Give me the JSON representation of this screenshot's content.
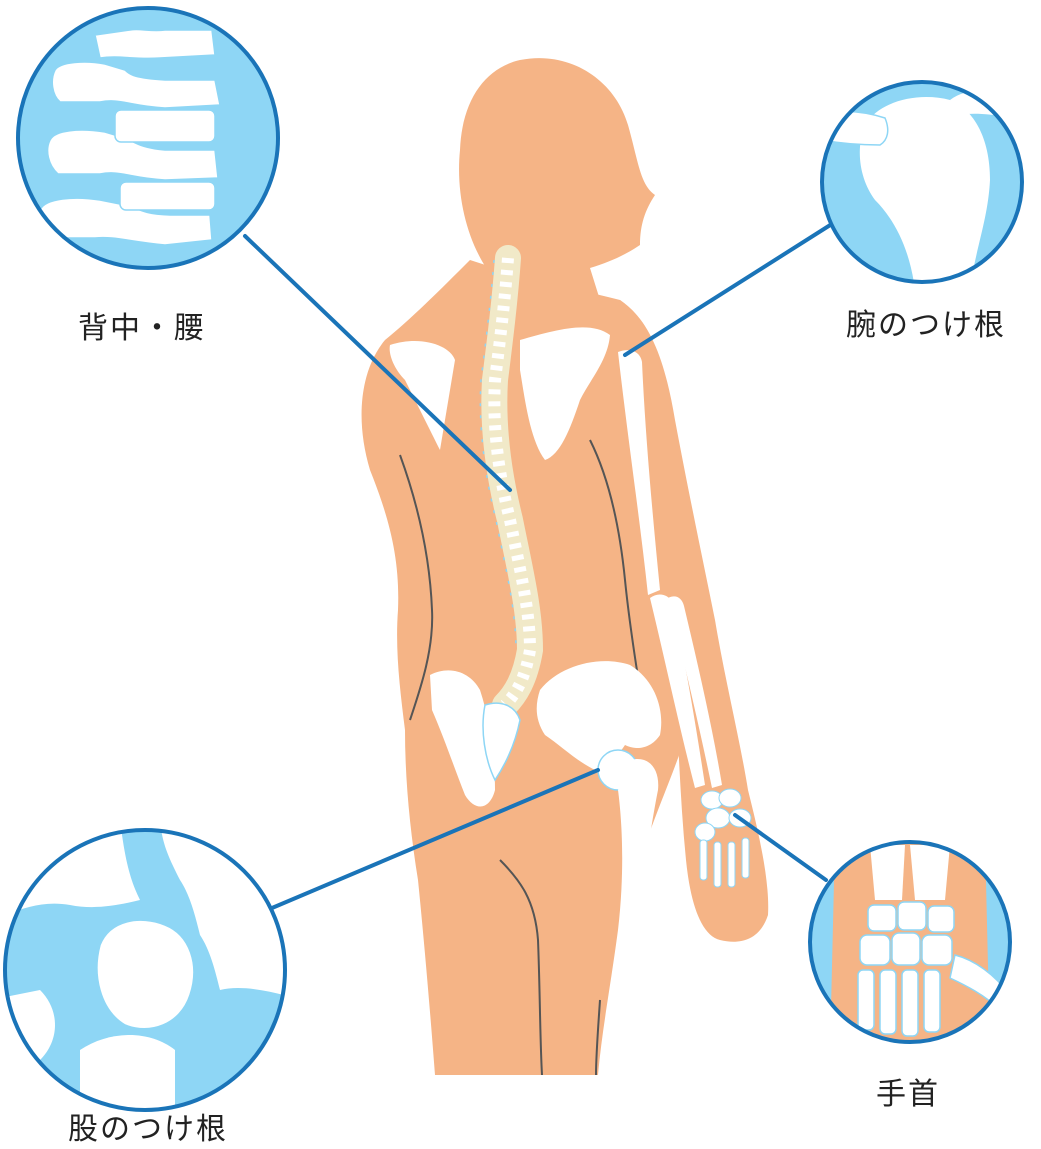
{
  "colors": {
    "skin": "#F5B486",
    "bone": "#FFFFFF",
    "bone_outline": "#8ED6F5",
    "circle_fill": "#8ED6F5",
    "leader_line": "#1A74B8",
    "outline_line": "#555555"
  },
  "callouts": [
    {
      "id": "back-waist",
      "label": "背中・腰",
      "icon": "spine-vertebrae-icon"
    },
    {
      "id": "shoulder",
      "label": "腕のつけ根",
      "icon": "shoulder-joint-icon"
    },
    {
      "id": "hip",
      "label": "股のつけ根",
      "icon": "hip-joint-icon"
    },
    {
      "id": "wrist",
      "label": "手首",
      "icon": "wrist-bones-icon"
    }
  ]
}
